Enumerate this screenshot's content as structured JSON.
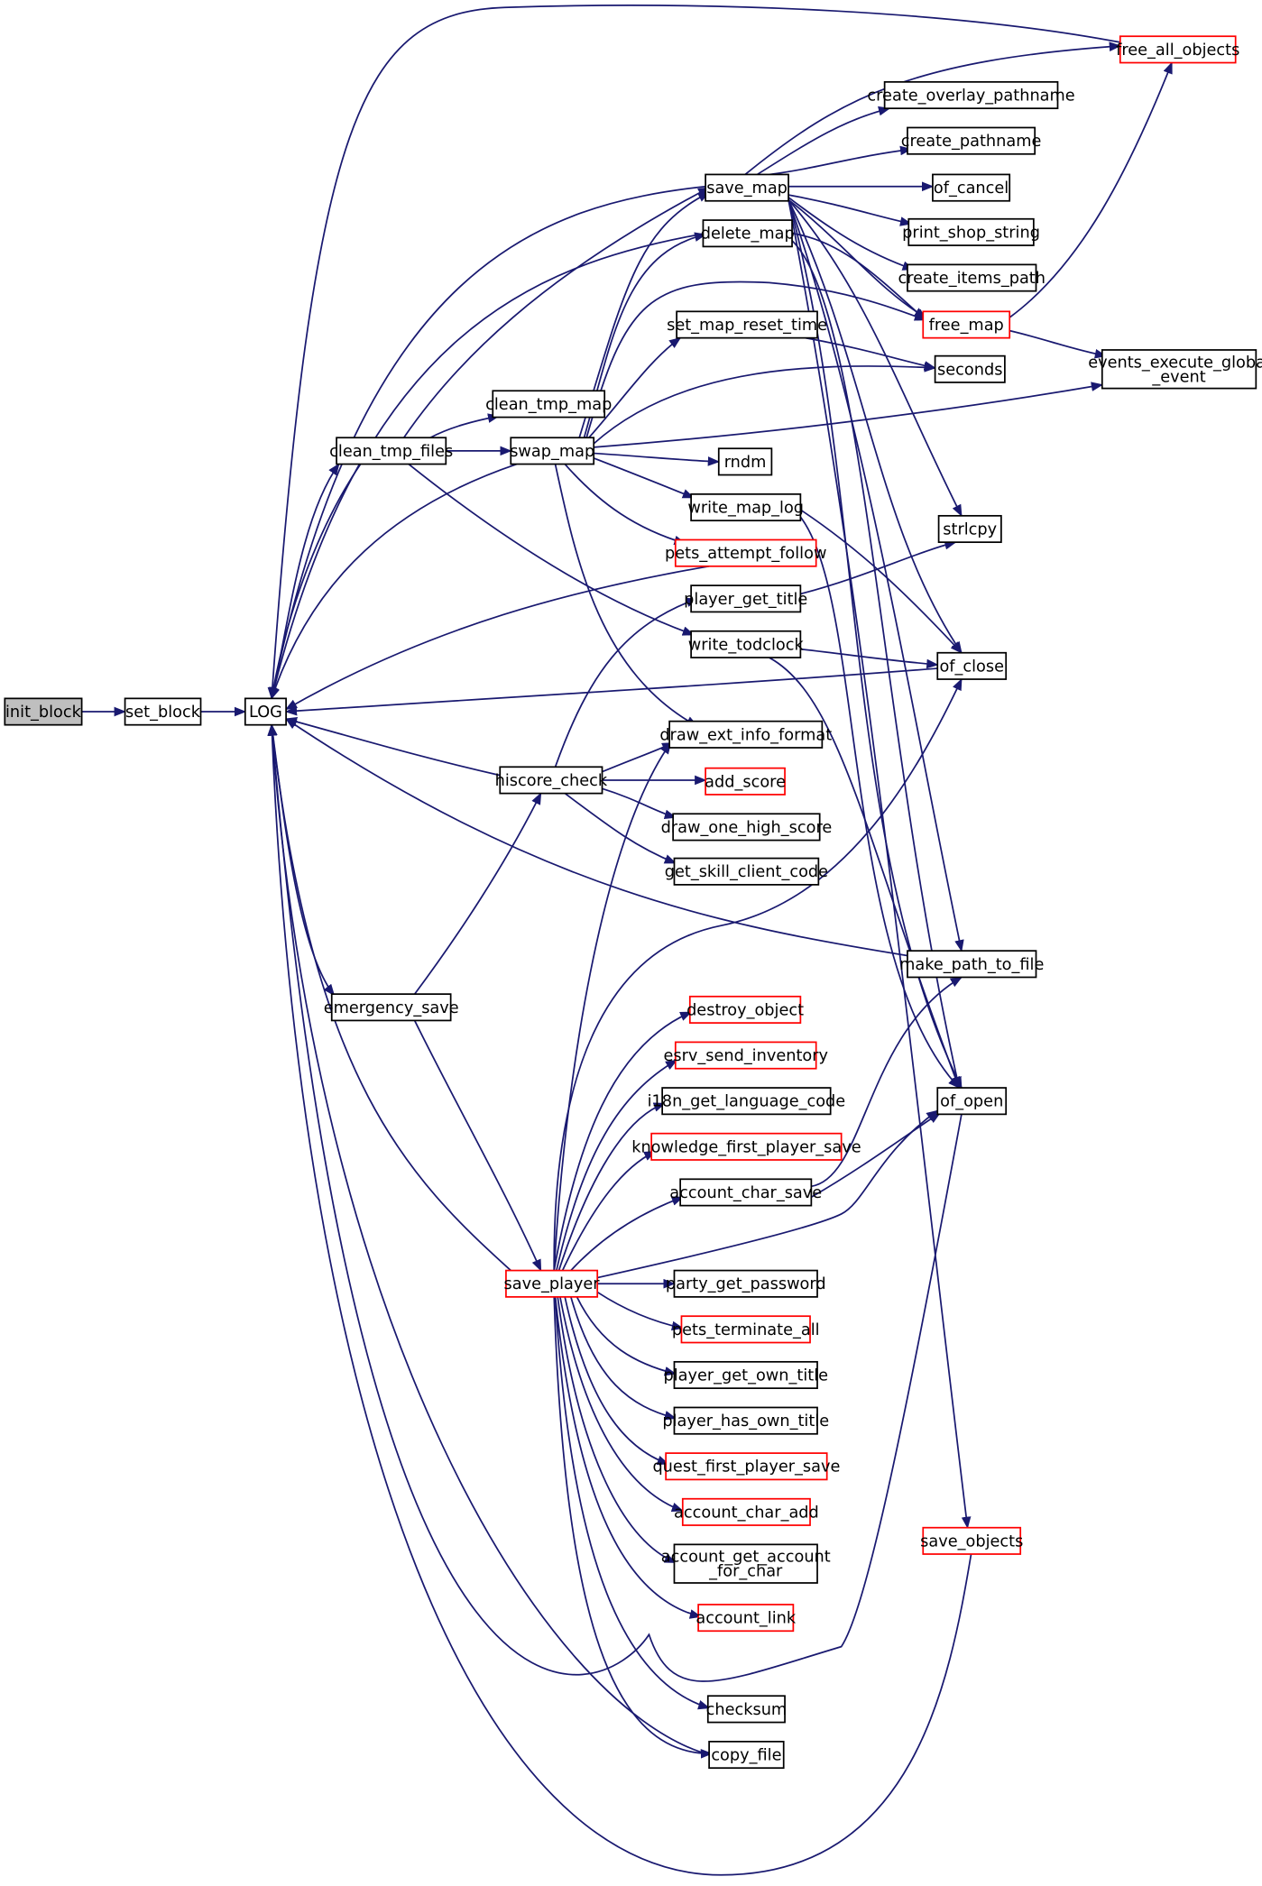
{
  "colors": {
    "edge": "#191970",
    "box_default": "#000000",
    "box_truncated": "#ff0000",
    "box_focus_fill": "#bfbfbf",
    "box_fill": "#ffffff"
  },
  "nodes": [
    {
      "id": "init_block",
      "lines": [
        "init_block"
      ],
      "style": "focus"
    },
    {
      "id": "set_block",
      "lines": [
        "set_block"
      ],
      "style": "normal"
    },
    {
      "id": "LOG",
      "lines": [
        "LOG"
      ],
      "style": "normal"
    },
    {
      "id": "clean_tmp_files",
      "lines": [
        "clean_tmp_files"
      ],
      "style": "normal"
    },
    {
      "id": "emergency_save",
      "lines": [
        "emergency_save"
      ],
      "style": "normal"
    },
    {
      "id": "clean_tmp_map",
      "lines": [
        "clean_tmp_map"
      ],
      "style": "normal"
    },
    {
      "id": "swap_map",
      "lines": [
        "swap_map"
      ],
      "style": "normal"
    },
    {
      "id": "hiscore_check",
      "lines": [
        "hiscore_check"
      ],
      "style": "normal"
    },
    {
      "id": "save_player",
      "lines": [
        "save_player"
      ],
      "style": "truncated"
    },
    {
      "id": "save_map",
      "lines": [
        "save_map"
      ],
      "style": "normal"
    },
    {
      "id": "delete_map",
      "lines": [
        "delete_map"
      ],
      "style": "normal"
    },
    {
      "id": "set_map_reset_time",
      "lines": [
        "set_map_reset_time"
      ],
      "style": "normal"
    },
    {
      "id": "rndm",
      "lines": [
        "rndm"
      ],
      "style": "normal"
    },
    {
      "id": "write_map_log",
      "lines": [
        "write_map_log"
      ],
      "style": "normal"
    },
    {
      "id": "pets_attempt_follow",
      "lines": [
        "pets_attempt_follow"
      ],
      "style": "truncated"
    },
    {
      "id": "player_get_title",
      "lines": [
        "player_get_title"
      ],
      "style": "normal"
    },
    {
      "id": "write_todclock",
      "lines": [
        "write_todclock"
      ],
      "style": "normal"
    },
    {
      "id": "draw_ext_info_format",
      "lines": [
        "draw_ext_info_format"
      ],
      "style": "normal"
    },
    {
      "id": "add_score",
      "lines": [
        "add_score"
      ],
      "style": "truncated"
    },
    {
      "id": "draw_one_high_score",
      "lines": [
        "draw_one_high_score"
      ],
      "style": "normal"
    },
    {
      "id": "get_skill_client_code",
      "lines": [
        "get_skill_client_code"
      ],
      "style": "normal"
    },
    {
      "id": "destroy_object",
      "lines": [
        "destroy_object"
      ],
      "style": "truncated"
    },
    {
      "id": "esrv_send_inventory",
      "lines": [
        "esrv_send_inventory"
      ],
      "style": "truncated"
    },
    {
      "id": "i18n_get_language_code",
      "lines": [
        "i18n_get_language_code"
      ],
      "style": "normal"
    },
    {
      "id": "knowledge_first_player_save",
      "lines": [
        "knowledge_first_player_save"
      ],
      "style": "truncated"
    },
    {
      "id": "account_char_save",
      "lines": [
        "account_char_save"
      ],
      "style": "normal"
    },
    {
      "id": "party_get_password",
      "lines": [
        "party_get_password"
      ],
      "style": "normal"
    },
    {
      "id": "pets_terminate_all",
      "lines": [
        "pets_terminate_all"
      ],
      "style": "truncated"
    },
    {
      "id": "player_get_own_title",
      "lines": [
        "player_get_own_title"
      ],
      "style": "normal"
    },
    {
      "id": "player_has_own_title",
      "lines": [
        "player_has_own_title"
      ],
      "style": "normal"
    },
    {
      "id": "quest_first_player_save",
      "lines": [
        "quest_first_player_save"
      ],
      "style": "truncated"
    },
    {
      "id": "account_char_add",
      "lines": [
        "account_char_add"
      ],
      "style": "truncated"
    },
    {
      "id": "account_get_account_for_char",
      "lines": [
        "account_get_account",
        "_for_char"
      ],
      "style": "normal"
    },
    {
      "id": "account_link",
      "lines": [
        "account_link"
      ],
      "style": "truncated"
    },
    {
      "id": "checksum",
      "lines": [
        "checksum"
      ],
      "style": "normal"
    },
    {
      "id": "copy_file",
      "lines": [
        "copy_file"
      ],
      "style": "normal"
    },
    {
      "id": "free_all_objects",
      "lines": [
        "free_all_objects"
      ],
      "style": "truncated"
    },
    {
      "id": "create_overlay_pathname",
      "lines": [
        "create_overlay_pathname"
      ],
      "style": "normal"
    },
    {
      "id": "create_pathname",
      "lines": [
        "create_pathname"
      ],
      "style": "normal"
    },
    {
      "id": "of_cancel",
      "lines": [
        "of_cancel"
      ],
      "style": "normal"
    },
    {
      "id": "print_shop_string",
      "lines": [
        "print_shop_string"
      ],
      "style": "normal"
    },
    {
      "id": "create_items_path",
      "lines": [
        "create_items_path"
      ],
      "style": "normal"
    },
    {
      "id": "free_map",
      "lines": [
        "free_map"
      ],
      "style": "truncated"
    },
    {
      "id": "seconds",
      "lines": [
        "seconds"
      ],
      "style": "normal"
    },
    {
      "id": "events_execute_global_event",
      "lines": [
        "events_execute_global",
        "_event"
      ],
      "style": "normal"
    },
    {
      "id": "strlcpy",
      "lines": [
        "strlcpy"
      ],
      "style": "normal"
    },
    {
      "id": "of_close",
      "lines": [
        "of_close"
      ],
      "style": "normal"
    },
    {
      "id": "make_path_to_file",
      "lines": [
        "make_path_to_file"
      ],
      "style": "normal"
    },
    {
      "id": "of_open",
      "lines": [
        "of_open"
      ],
      "style": "normal"
    },
    {
      "id": "save_objects",
      "lines": [
        "save_objects"
      ],
      "style": "truncated"
    }
  ],
  "edges": [
    [
      "init_block",
      "set_block"
    ],
    [
      "set_block",
      "LOG"
    ],
    [
      "LOG",
      "clean_tmp_files"
    ],
    [
      "LOG",
      "emergency_save"
    ],
    [
      "clean_tmp_files",
      "clean_tmp_map"
    ],
    [
      "clean_tmp_files",
      "swap_map"
    ],
    [
      "clean_tmp_files",
      "save_map"
    ],
    [
      "clean_tmp_files",
      "write_todclock"
    ],
    [
      "clean_tmp_files",
      "LOG"
    ],
    [
      "swap_map",
      "save_map"
    ],
    [
      "swap_map",
      "delete_map"
    ],
    [
      "swap_map",
      "set_map_reset_time"
    ],
    [
      "swap_map",
      "rndm"
    ],
    [
      "swap_map",
      "write_map_log"
    ],
    [
      "swap_map",
      "pets_attempt_follow"
    ],
    [
      "swap_map",
      "draw_ext_info_format"
    ],
    [
      "swap_map",
      "free_map"
    ],
    [
      "swap_map",
      "seconds"
    ],
    [
      "swap_map",
      "events_execute_global_event"
    ],
    [
      "swap_map",
      "LOG"
    ],
    [
      "save_map",
      "free_all_objects"
    ],
    [
      "save_map",
      "create_overlay_pathname"
    ],
    [
      "save_map",
      "create_pathname"
    ],
    [
      "save_map",
      "of_cancel"
    ],
    [
      "save_map",
      "print_shop_string"
    ],
    [
      "save_map",
      "create_items_path"
    ],
    [
      "save_map",
      "free_map"
    ],
    [
      "save_map",
      "strlcpy"
    ],
    [
      "save_map",
      "of_close"
    ],
    [
      "save_map",
      "make_path_to_file"
    ],
    [
      "save_map",
      "of_open"
    ],
    [
      "save_map",
      "save_objects"
    ],
    [
      "save_map",
      "LOG"
    ],
    [
      "delete_map",
      "LOG"
    ],
    [
      "delete_map",
      "free_map"
    ],
    [
      "delete_map",
      "of_open"
    ],
    [
      "free_map",
      "free_all_objects"
    ],
    [
      "free_map",
      "events_execute_global_event"
    ],
    [
      "free_all_objects",
      "LOG"
    ],
    [
      "set_map_reset_time",
      "seconds"
    ],
    [
      "write_map_log",
      "of_close"
    ],
    [
      "write_map_log",
      "of_open"
    ],
    [
      "pets_attempt_follow",
      "LOG"
    ],
    [
      "player_get_title",
      "strlcpy"
    ],
    [
      "write_todclock",
      "of_close"
    ],
    [
      "write_todclock",
      "of_open"
    ],
    [
      "of_close",
      "LOG"
    ],
    [
      "make_path_to_file",
      "LOG"
    ],
    [
      "emergency_save",
      "hiscore_check"
    ],
    [
      "emergency_save",
      "save_player"
    ],
    [
      "hiscore_check",
      "player_get_title"
    ],
    [
      "hiscore_check",
      "draw_ext_info_format"
    ],
    [
      "hiscore_check",
      "add_score"
    ],
    [
      "hiscore_check",
      "draw_one_high_score"
    ],
    [
      "hiscore_check",
      "get_skill_client_code"
    ],
    [
      "hiscore_check",
      "LOG"
    ],
    [
      "save_player",
      "draw_ext_info_format"
    ],
    [
      "save_player",
      "destroy_object"
    ],
    [
      "save_player",
      "esrv_send_inventory"
    ],
    [
      "save_player",
      "i18n_get_language_code"
    ],
    [
      "save_player",
      "knowledge_first_player_save"
    ],
    [
      "save_player",
      "account_char_save"
    ],
    [
      "save_player",
      "party_get_password"
    ],
    [
      "save_player",
      "pets_terminate_all"
    ],
    [
      "save_player",
      "player_get_own_title"
    ],
    [
      "save_player",
      "player_has_own_title"
    ],
    [
      "save_player",
      "quest_first_player_save"
    ],
    [
      "save_player",
      "account_char_add"
    ],
    [
      "save_player",
      "account_get_account_for_char"
    ],
    [
      "save_player",
      "account_link"
    ],
    [
      "save_player",
      "checksum"
    ],
    [
      "save_player",
      "copy_file"
    ],
    [
      "save_player",
      "of_close"
    ],
    [
      "save_player",
      "of_open"
    ],
    [
      "save_player",
      "LOG"
    ],
    [
      "account_char_save",
      "make_path_to_file"
    ],
    [
      "account_char_save",
      "of_open"
    ],
    [
      "copy_file",
      "LOG"
    ],
    [
      "of_open",
      "LOG"
    ],
    [
      "save_objects",
      "LOG"
    ]
  ]
}
